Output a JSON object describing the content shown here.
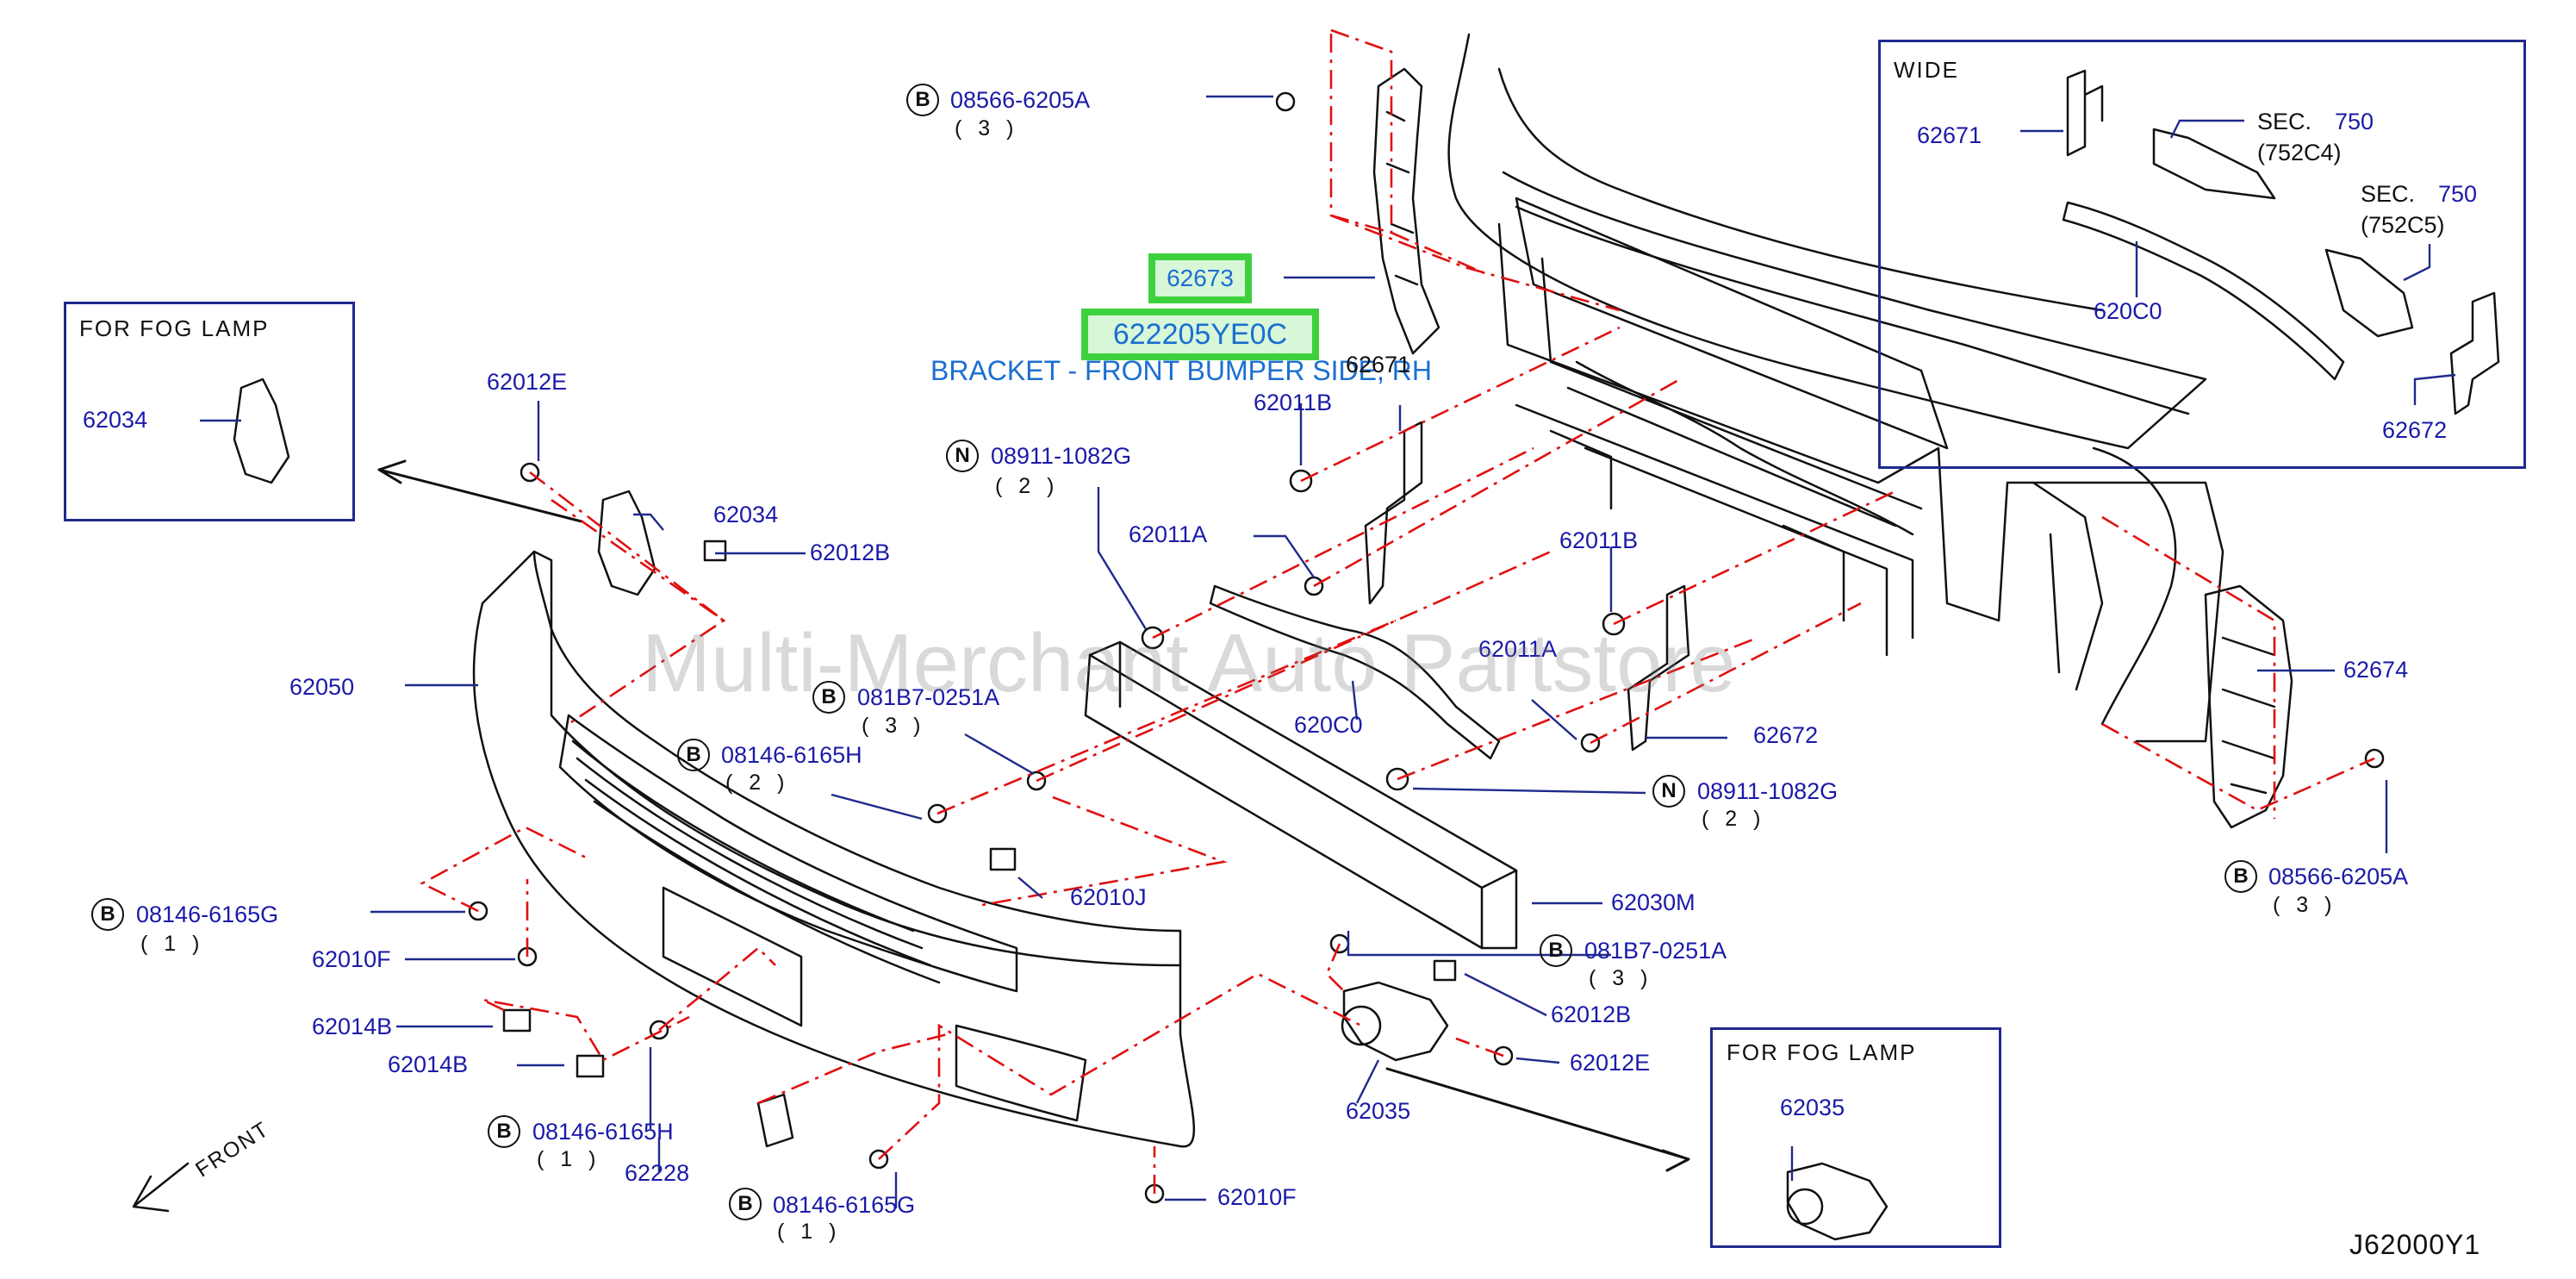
{
  "diagram_code": "J62000Y1",
  "watermark": "Multi-Merchant Auto Partstore",
  "highlight": {
    "part_number": "62673",
    "oem_number": "622205YE0C",
    "description": "BRACKET - FRONT BUMPER SIDE, RH"
  },
  "inset_wide": {
    "title": "WIDE",
    "labels": {
      "p62671": "62671",
      "sec1_a": "SEC.",
      "sec1_b": "750",
      "sec1_c": "(752C4)",
      "sec2_a": "SEC.",
      "sec2_b": "750",
      "sec2_c": "(752C5)",
      "p620C0": "620C0",
      "p62672": "62672"
    }
  },
  "inset_fog_left": {
    "title": "FOR   FOG   LAMP",
    "part": "62034"
  },
  "inset_fog_right": {
    "title": "FOR   FOG   LAMP",
    "part": "62035"
  },
  "front_label": "FRONT",
  "callouts": {
    "c1": {
      "mark": "B",
      "part": "08566-6205A",
      "qty": "( 3 )"
    },
    "c2": {
      "part": "62012E"
    },
    "c3": {
      "part": "62034"
    },
    "c4": {
      "part": "62012B"
    },
    "c5": {
      "part": "62050"
    },
    "c6": {
      "mark": "N",
      "part": "08911-1082G",
      "qty": "( 2 )"
    },
    "c7": {
      "part": "62011A"
    },
    "c8": {
      "part": "62011B"
    },
    "c9": {
      "part": "62671"
    },
    "c10": {
      "mark": "B",
      "part": "081B7-0251A",
      "qty": "( 3 )"
    },
    "c11": {
      "mark": "B",
      "part": "08146-6165H",
      "qty": "( 2 )"
    },
    "c12": {
      "part": "620C0"
    },
    "c13": {
      "part": "62011A"
    },
    "c14": {
      "part": "62011B"
    },
    "c15": {
      "part": "62672"
    },
    "c16": {
      "mark": "N",
      "part": "08911-1082G",
      "qty": "( 2 )"
    },
    "c17": {
      "part": "62674"
    },
    "c18": {
      "mark": "B",
      "part": "08566-6205A",
      "qty": "( 3 )"
    },
    "c19": {
      "mark": "B",
      "part": "08146-6165G",
      "qty": "( 1 )"
    },
    "c20": {
      "part": "62010F"
    },
    "c21": {
      "part": "62010J"
    },
    "c22": {
      "part": "62014B"
    },
    "c23": {
      "part": "62014B"
    },
    "c24": {
      "part": "62030M"
    },
    "c25": {
      "mark": "B",
      "part": "081B7-0251A",
      "qty": "( 3 )"
    },
    "c26": {
      "part": "62012B"
    },
    "c27": {
      "part": "62012E"
    },
    "c28": {
      "part": "62035"
    },
    "c29": {
      "mark": "B",
      "part": "08146-6165H",
      "qty": "( 1 )"
    },
    "c30": {
      "part": "62228"
    },
    "c31": {
      "mark": "B",
      "part": "08146-6165G",
      "qty": "( 1 )"
    },
    "c32": {
      "part": "62010F"
    }
  }
}
